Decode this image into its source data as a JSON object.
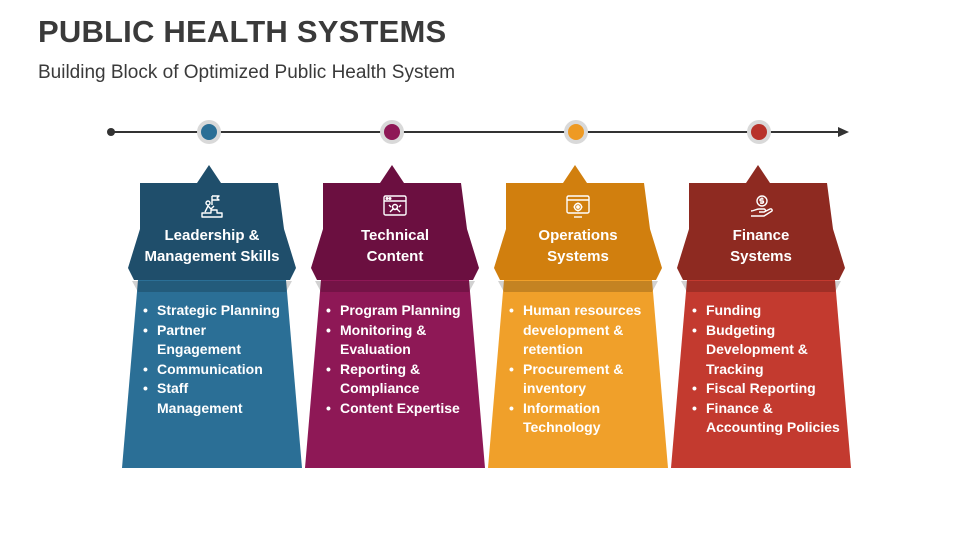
{
  "title": "PUBLIC HEALTH SYSTEMS",
  "subtitle": "Building Block of Optimized Public Health System",
  "colors": {
    "timeline": "#333333",
    "text_dark": "#3a3a3a"
  },
  "columns": [
    {
      "icon": "leadership-icon",
      "title_lines": [
        "Leadership &",
        "Management Skills"
      ],
      "color_dark": "#1f4e6b",
      "color_main": "#2b6f96",
      "color_dot": "#2b6f96",
      "bullets": [
        [
          "Strategic Planning"
        ],
        [
          "Partner",
          "Engagement"
        ],
        [
          "Communication"
        ],
        [
          "Staff",
          "Management"
        ]
      ]
    },
    {
      "icon": "technical-content-icon",
      "title_lines": [
        "Technical",
        "Content"
      ],
      "color_dark": "#6b0f40",
      "color_main": "#8e1856",
      "color_dot": "#8e1856",
      "bullets": [
        [
          "Program Planning"
        ],
        [
          "Monitoring &",
          "Evaluation"
        ],
        [
          "Reporting &",
          "Compliance"
        ],
        [
          "Content Expertise"
        ]
      ]
    },
    {
      "icon": "operations-icon",
      "title_lines": [
        "Operations",
        "Systems"
      ],
      "color_dark": "#d17f0e",
      "color_main": "#f0a02a",
      "color_dot": "#ee9a23",
      "bullets": [
        [
          "Human resources",
          "development &",
          "retention"
        ],
        [
          "Procurement &",
          "inventory"
        ],
        [
          "Information",
          "Technology"
        ]
      ]
    },
    {
      "icon": "finance-icon",
      "title_lines": [
        "Finance",
        "Systems"
      ],
      "color_dark": "#8e2a21",
      "color_main": "#c33a2f",
      "color_dot": "#b8322a",
      "bullets": [
        [
          "Funding"
        ],
        [
          "Budgeting",
          "Development &",
          "Tracking"
        ],
        [
          "Fiscal Reporting"
        ],
        [
          "Finance &",
          "Accounting Policies"
        ]
      ]
    }
  ]
}
